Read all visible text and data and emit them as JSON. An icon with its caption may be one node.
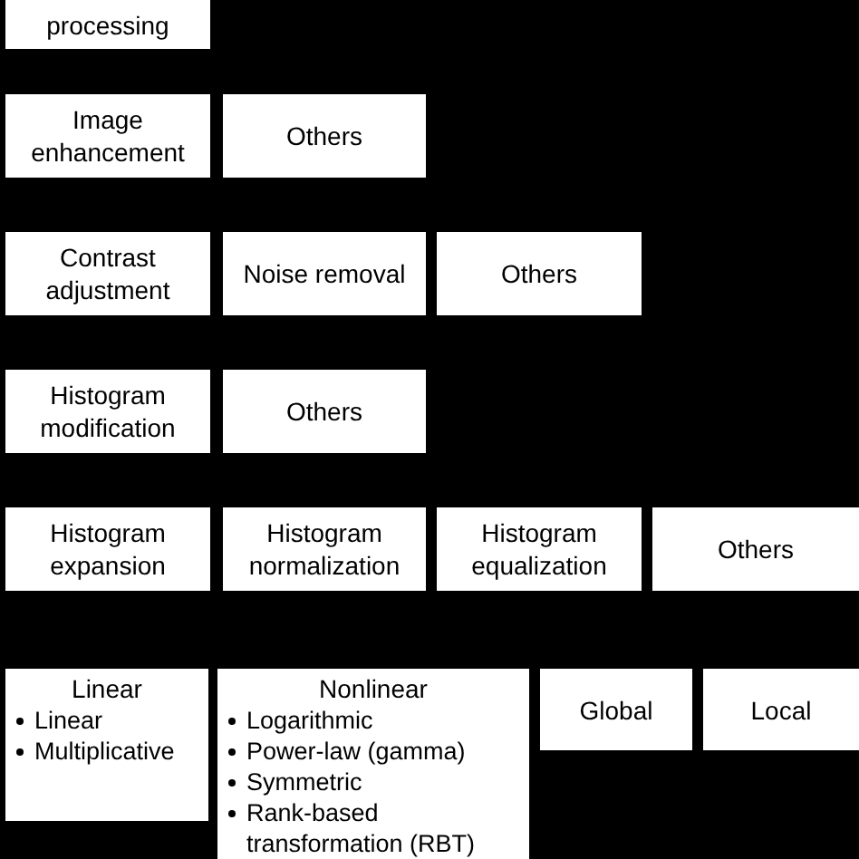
{
  "diagram": {
    "nodes": [
      {
        "text": [
          "processing"
        ]
      },
      {
        "text": [
          "Image enhancement"
        ]
      },
      {
        "text": [
          "Others"
        ]
      },
      {
        "text": [
          "Contrast adjustment"
        ]
      },
      {
        "text": [
          "Noise removal"
        ]
      },
      {
        "text": [
          "Others"
        ]
      },
      {
        "text": [
          "Histogram modification"
        ]
      },
      {
        "text": [
          "Others"
        ]
      },
      {
        "text": [
          "Histogram expansion"
        ]
      },
      {
        "text": [
          "Histogram normalization"
        ]
      },
      {
        "text": [
          "Histogram equalization"
        ]
      },
      {
        "text": [
          "Others"
        ]
      },
      {
        "text": [
          "Linear",
          "Linear",
          "Multiplicative"
        ]
      },
      {
        "text": [
          "Nonlinear",
          "Logarithmic",
          "Power-law (gamma)",
          "Symmetric",
          "Rank-based transformation (RBT)"
        ]
      },
      {
        "text": [
          "Global"
        ]
      },
      {
        "text": [
          "Local"
        ]
      }
    ]
  }
}
